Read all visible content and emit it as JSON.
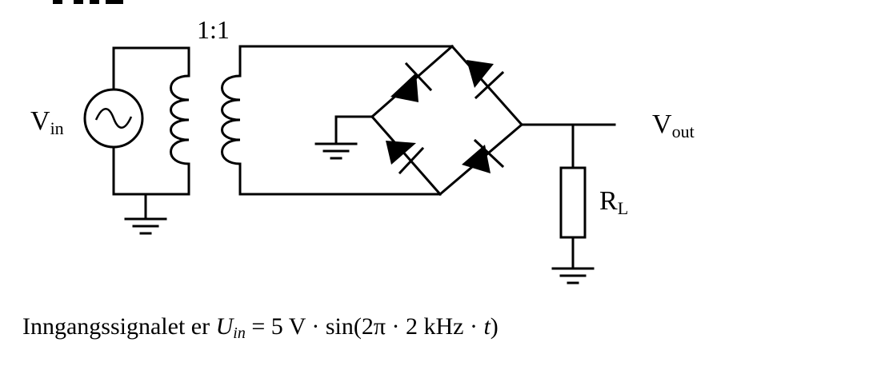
{
  "diagram": {
    "labels": {
      "ratio": "1:1",
      "vin_main": "V",
      "vin_sub": "in",
      "vout_main": "V",
      "vout_sub": "out",
      "rl_main": "R",
      "rl_sub": "L"
    },
    "components": {
      "source": "ac-voltage-source",
      "transformer": "transformer-1-1",
      "rectifier": "bridge-rectifier-4-diodes",
      "load": "resistor",
      "grounds": 3
    }
  },
  "caption": {
    "prefix": "Inngangssignalet er ",
    "var_main": "U",
    "var_sub": "in",
    "expr_a": " = 5 V · sin(2π · 2 kHz · ",
    "var_t": "t",
    "expr_b": ")"
  }
}
